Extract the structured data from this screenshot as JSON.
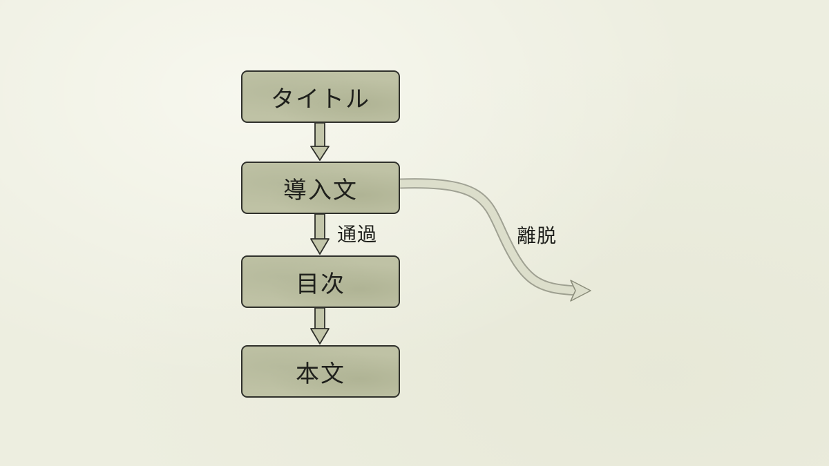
{
  "flow": {
    "nodes": [
      {
        "id": "title",
        "label": "タイトル"
      },
      {
        "id": "intro",
        "label": "導入文"
      },
      {
        "id": "toc",
        "label": "目次"
      },
      {
        "id": "body",
        "label": "本文"
      }
    ],
    "edge_labels": {
      "pass": "通過",
      "leave": "離脱"
    }
  },
  "colors": {
    "background": "#edeee0",
    "box_fill": "#bfc2a5",
    "outline": "#2f302b",
    "text": "#1f201c",
    "exit_arrow": "#cfd1bd"
  }
}
